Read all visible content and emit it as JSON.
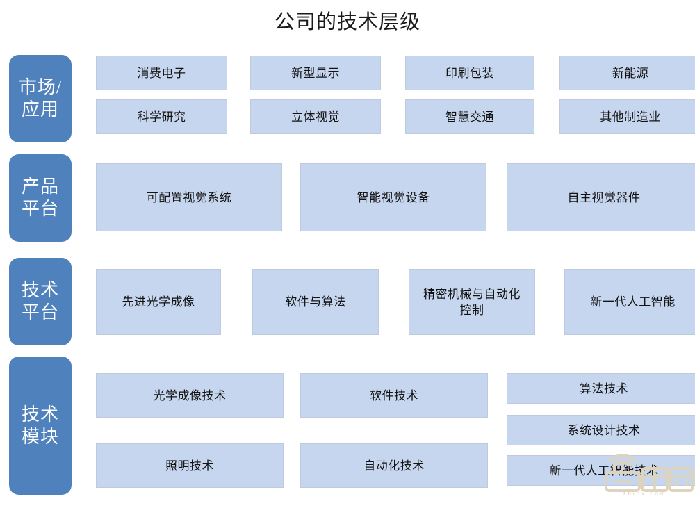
{
  "title": "公司的技术层级",
  "colors": {
    "tier_pill_bg": "#4f81bd",
    "tier_pill_text": "#ffffff",
    "node_bg": "#c6d6ee",
    "node_border": "#bfcbdd",
    "node_text": "#131313",
    "page_bg": "#ffffff",
    "watermark": "#ded4bd"
  },
  "tiers": [
    {
      "id": "market-application",
      "label": "市场/\n应用",
      "rows": [
        [
          "消费电子",
          "新型显示",
          "印刷包装",
          "新能源"
        ],
        [
          "科学研究",
          "立体视觉",
          "智慧交通",
          "其他制造业"
        ]
      ]
    },
    {
      "id": "product-platform",
      "label": "产品\n平台",
      "rows": [
        [
          "可配置视觉系统",
          "智能视觉设备",
          "自主视觉器件"
        ]
      ]
    },
    {
      "id": "technology-platform",
      "label": "技术\n平台",
      "rows": [
        [
          "先进光学成像",
          "软件与算法",
          "精密机械与自动化\n控制",
          "新一代人工智能"
        ]
      ]
    },
    {
      "id": "technology-modules",
      "label": "技术\n模块",
      "left_rows": [
        [
          "光学成像技术",
          "软件技术"
        ],
        [
          "照明技术",
          "自动化技术"
        ]
      ],
      "right_column": [
        "算法技术",
        "系统设计技术",
        "新一代人工智能技术"
      ]
    }
  ],
  "watermark": {
    "brand": "智东西",
    "url": "zhidx.com"
  }
}
